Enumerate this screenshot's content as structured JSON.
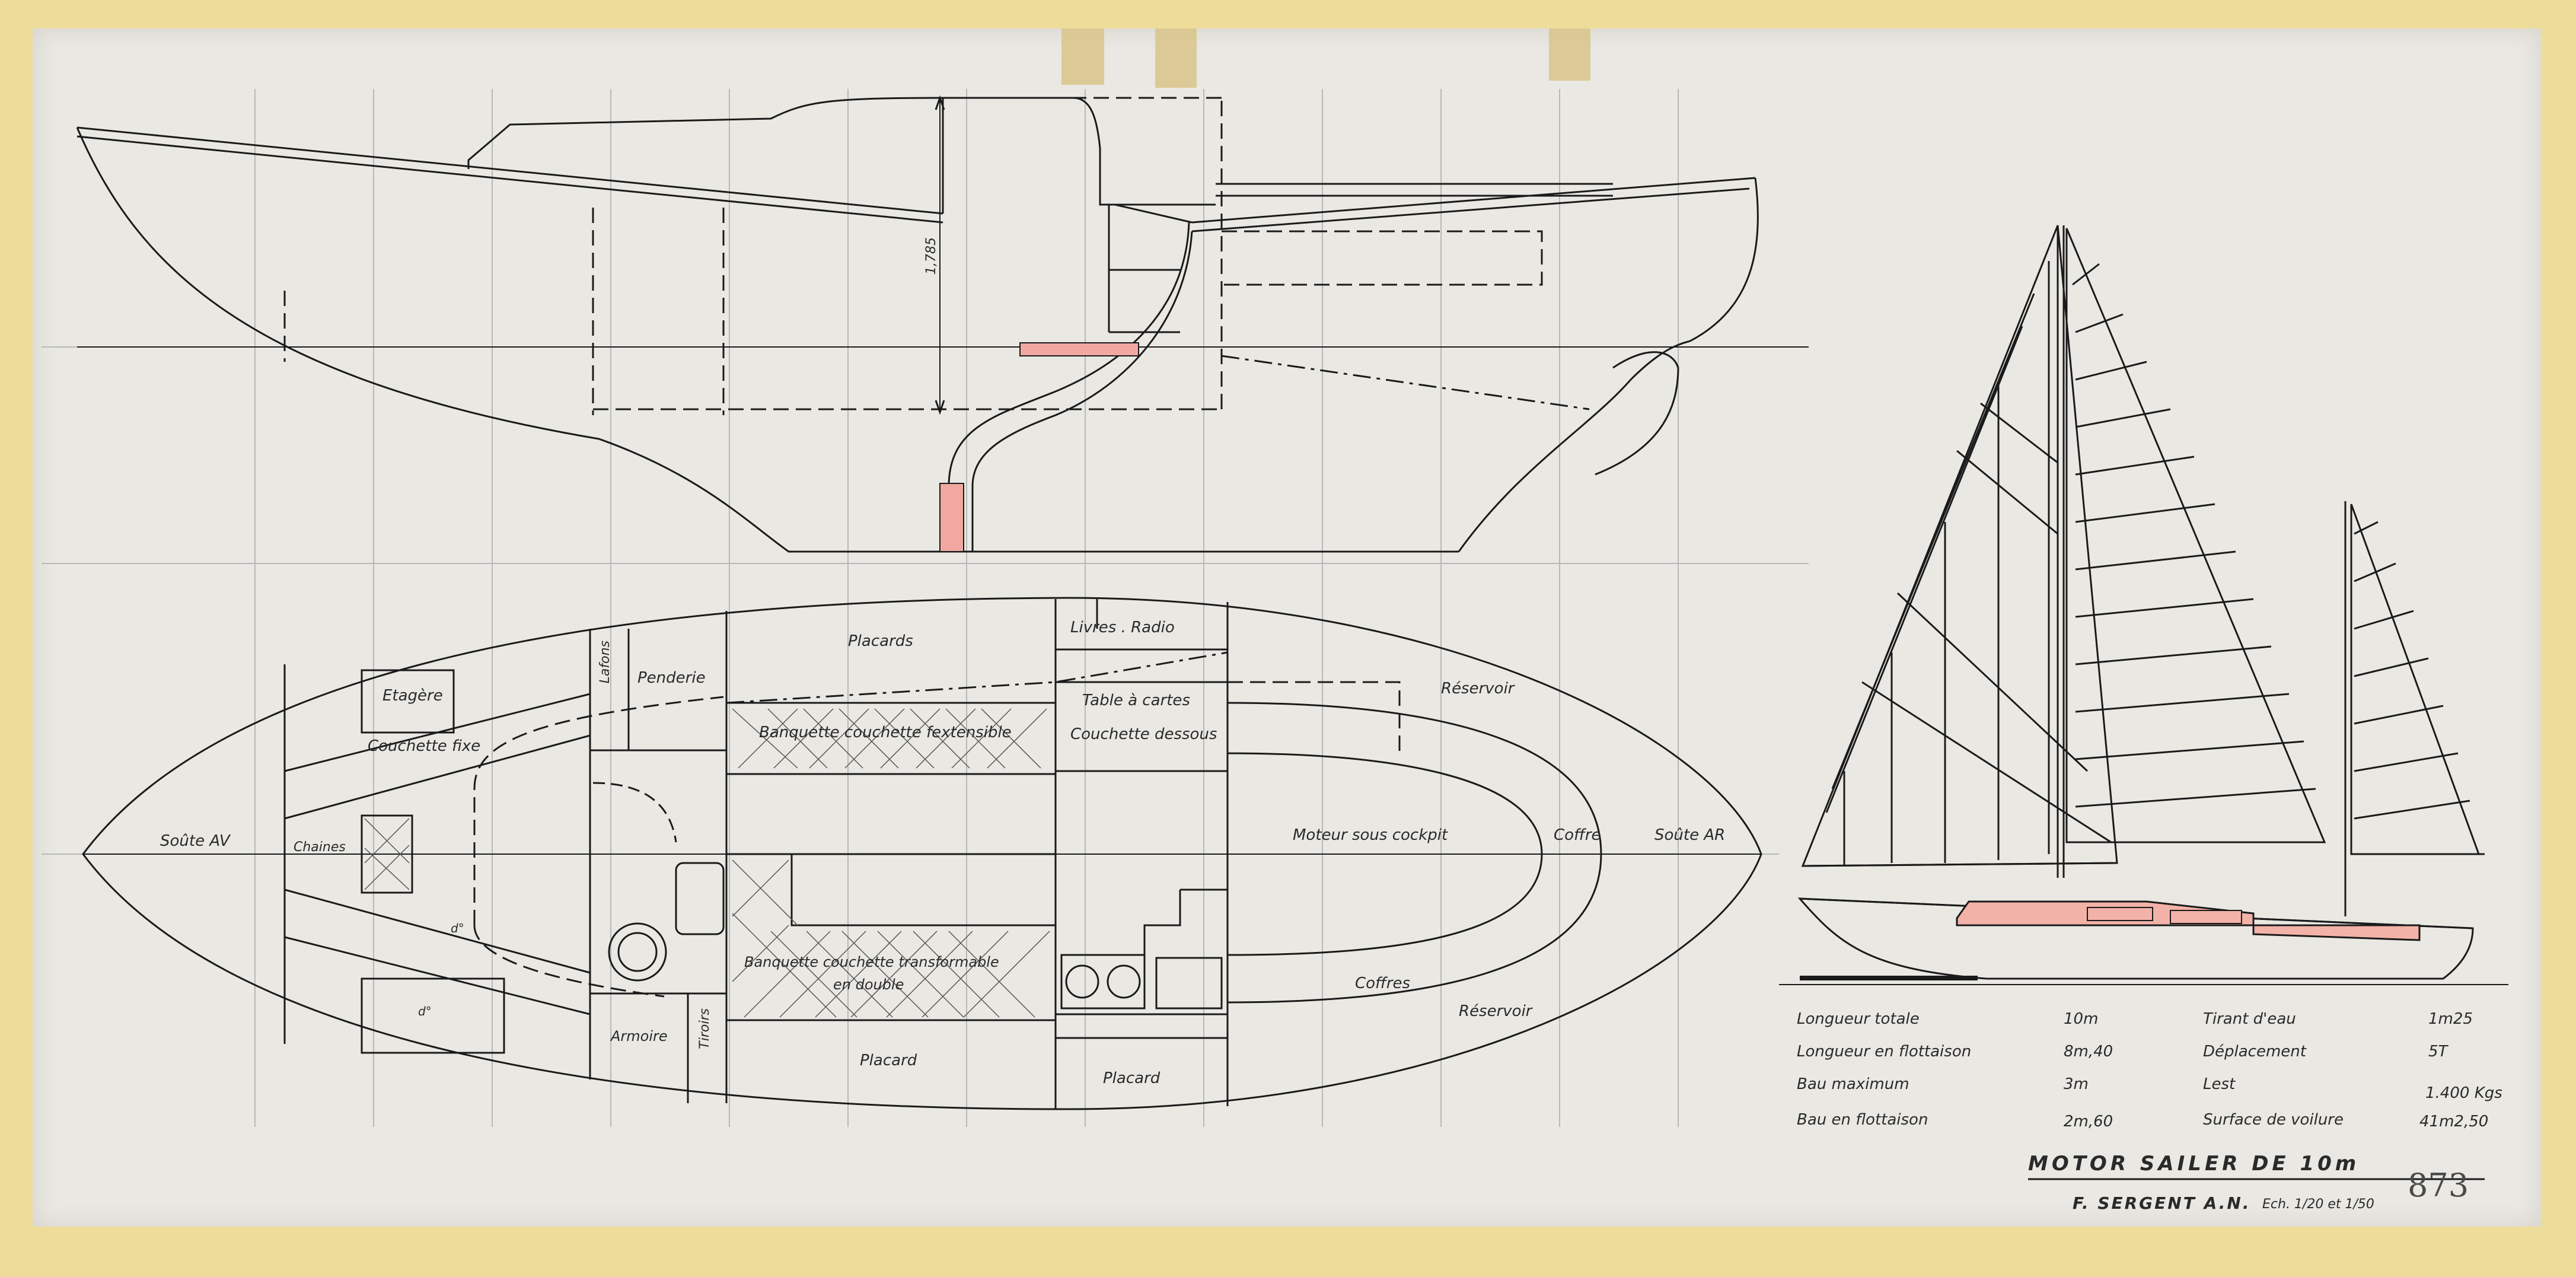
{
  "plan_labels": {
    "etagere": "Etagère",
    "couchette_fixe": "Couchette fixe",
    "soute_av": "Soûte AV",
    "chaines": "Chaines",
    "do_1": "d°",
    "do_2": "d°",
    "lafons": "Lafons",
    "penderie": "Penderie",
    "armoire": "Armoire",
    "tiroirs": "Tiroirs",
    "placards_top": "Placards",
    "banquette_top": "Banquette couchette fextensible",
    "banquette_bottom_1": "Banquette couchette transformable",
    "banquette_bottom_2": "en double",
    "placard_bottom": "Placard",
    "livres_radio": "Livres . Radio",
    "table_cartes": "Table à cartes",
    "couchette_dessous": "Couchette dessous",
    "placard_bottom2": "Placard",
    "reservoir_top": "Réservoir",
    "moteur": "Moteur sous cockpit",
    "coffre": "Coffre",
    "soute_ar": "Soûte AR",
    "coffres": "Coffres",
    "reservoir_bottom": "Réservoir"
  },
  "profile_labels": {
    "height_dim": "1,785"
  },
  "specs": [
    {
      "label": "Longueur totale",
      "value": "10m",
      "label2": "Tirant d'eau",
      "value2": "1m25"
    },
    {
      "label": "Longueur en flottaison",
      "value": "8m,40",
      "label2": "Déplacement",
      "value2": "5T"
    },
    {
      "label": "Bau maximum",
      "value": "3m",
      "label2": "Lest",
      "value2": "1.400 Kgs"
    },
    {
      "label": "Bau en flottaison",
      "value": "2m,60",
      "label2": "Surface de voilure",
      "value2": "41m2,50"
    }
  ],
  "title": "MOTOR SAILER DE 10m",
  "author": "F. SERGENT A.N.",
  "scale": "Ech. 1/20 et 1/50",
  "ref_number": "873",
  "colors": {
    "paper": "#e9e8e3",
    "frame": "#eedd9a",
    "ink": "#1a1a1a",
    "ballast": "#f0a8a0",
    "deckhouse": "#f3b2a8",
    "tape": "#d9c488"
  }
}
